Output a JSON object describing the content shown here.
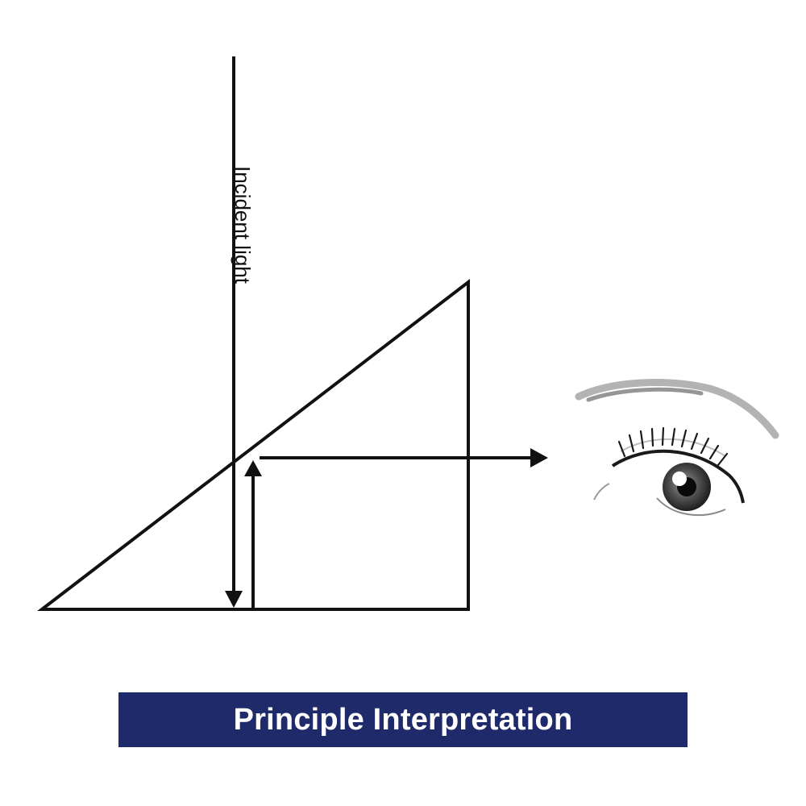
{
  "diagram": {
    "incident_label": "Incident light",
    "line_color": "#111111",
    "icons": {
      "prism": "right-triangle-prism",
      "eye": "eye-icon"
    }
  },
  "banner": {
    "title": "Principle Interpretation",
    "background_color": "#1f2a6b",
    "text_color": "#ffffff"
  }
}
